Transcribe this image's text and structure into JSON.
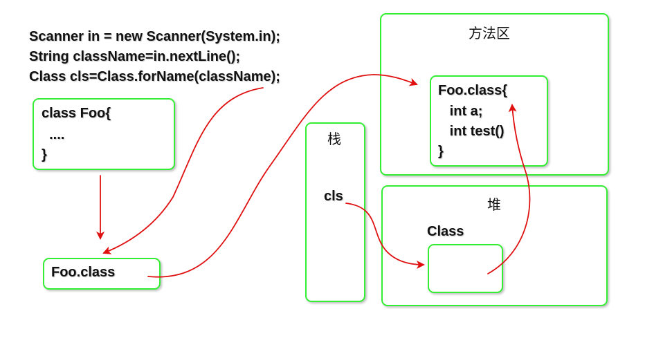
{
  "code": {
    "line1": "Scanner in = new Scanner(System.in);",
    "line2": "String className=in.nextLine();",
    "line3": "Class cls=Class.forName(className);"
  },
  "source_box": {
    "line1": "class Foo{",
    "line2": "  ....",
    "line3": "}"
  },
  "foo_class_box": {
    "label": "Foo.class"
  },
  "stack": {
    "title": "栈",
    "var": "cls"
  },
  "method_area": {
    "title": "方法区",
    "inner": {
      "line1": "Foo.class{",
      "line2": "   int a;",
      "line3": "   int test()",
      "line4": "}"
    }
  },
  "heap": {
    "title": "堆",
    "object_label": "Class"
  },
  "colors": {
    "box_border": "#33ee33",
    "arrow": "#e01010"
  }
}
